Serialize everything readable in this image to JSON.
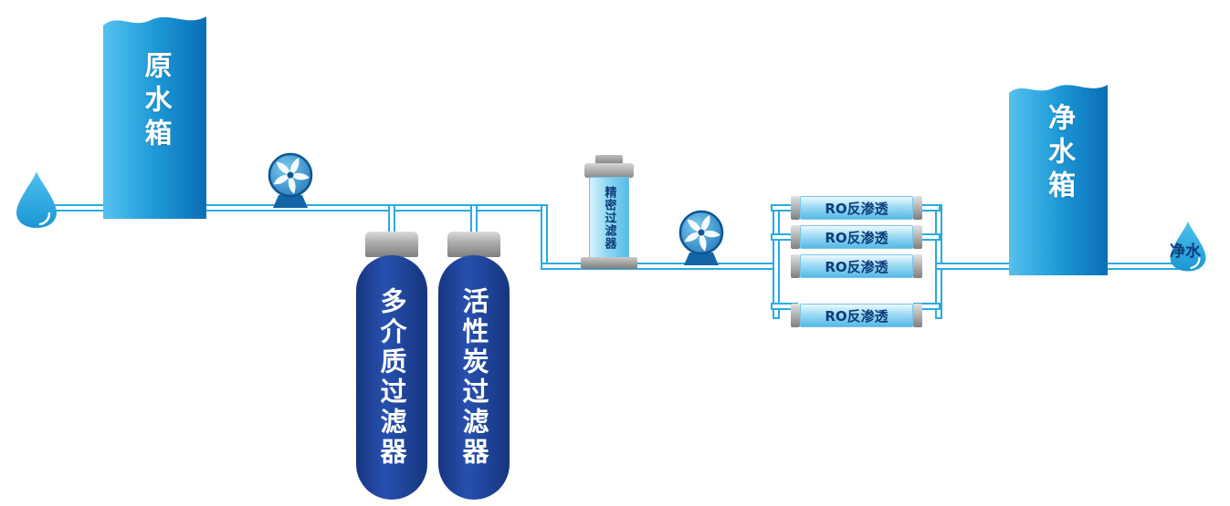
{
  "diagram": {
    "type": "water-treatment-process-flow",
    "flow_sequence": [
      "source_drop",
      "raw_tank",
      "pump1",
      "multimedia_filter",
      "carbon_filter",
      "precision_filter",
      "pump2",
      "ro_units",
      "clean_tank",
      "output_drop"
    ]
  },
  "colors": {
    "pipe_blue": "#29abe2",
    "tank_light": "#55c1ee",
    "tank_dark": "#0a6db6",
    "filter_navy": "#1d3f96",
    "precision_body_blue": "#8fd8f2",
    "cap_gray": "#9e9e9e",
    "label_navy": "#0d3d7a",
    "label_white": "#ffffff"
  },
  "nodes": {
    "source_drop": {
      "icon": "water-drop-icon"
    },
    "raw_tank": {
      "label": "原水箱"
    },
    "pump1": {
      "icon": "pump-icon"
    },
    "multimedia_filter": {
      "label": "多介质过滤器"
    },
    "carbon_filter": {
      "label": "活性炭过滤器"
    },
    "precision_filter": {
      "label": "精密过滤器"
    },
    "pump2": {
      "icon": "pump-icon"
    },
    "ro_units": [
      {
        "label": "RO反渗透"
      },
      {
        "label": "RO反渗透"
      },
      {
        "label": "RO反渗透"
      },
      {
        "label": "RO反渗透"
      }
    ],
    "clean_tank": {
      "label": "净水箱"
    },
    "output_drop": {
      "label": "净水",
      "icon": "water-drop-icon"
    }
  }
}
